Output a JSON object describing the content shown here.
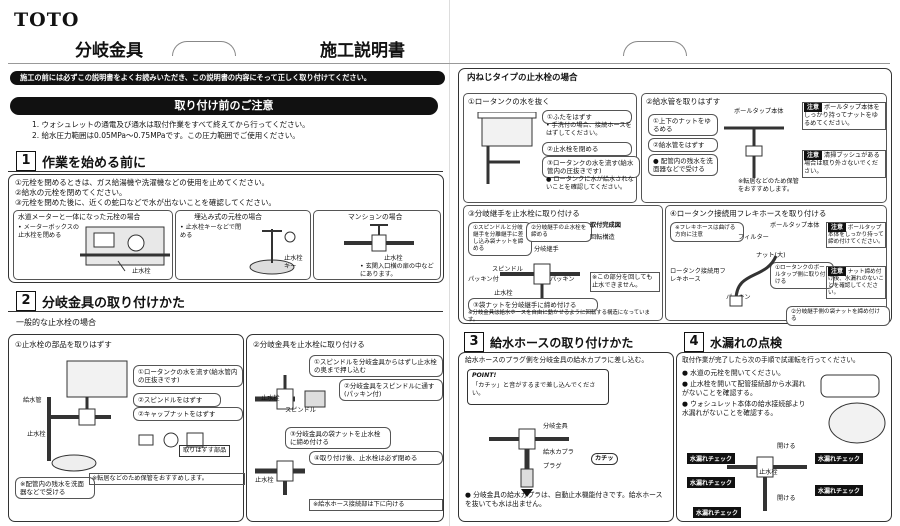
{
  "brand": "TOTO",
  "title_left": "分岐金具",
  "title_right": "施工説明書",
  "top_notice": "施工の前には必ずこの説明書をよくお読みいただき、この説明書の内容にそって正しく取り付けてください。",
  "precautions": {
    "heading": "取り付け前のご注意",
    "items": [
      "1. ウォシュレットの通電及び通水は取付作業をすべて終えてから行ってください。",
      "2. 給水圧力範囲は0.05MPa～0.75MPaです。この圧力範囲でご使用ください。"
    ]
  },
  "section1": {
    "num": "1",
    "title": "作業を始める前に",
    "lines": [
      "①元栓を閉めるときは、ガス給湯機や洗濯機などの使用を止めてください。",
      "②給水の元栓を閉めてください。",
      "③元栓を閉めた後に、近くの蛇口などで水が出ないことを確認してください。"
    ],
    "cases": [
      {
        "title": "水道メーターと一体になった元栓の場合",
        "note": "• メーターボックスの止水栓を閉める",
        "label": "止水栓"
      },
      {
        "title": "埋込み式の元栓の場合",
        "note": "• 止水栓キーなどで閉める",
        "label": "止水栓キー"
      },
      {
        "title": "マンションの場合",
        "note": "• 玄関入口横の扉の中などにあります。",
        "label": "止水栓"
      }
    ]
  },
  "section2": {
    "num": "2",
    "title": "分岐金具の取り付けかた",
    "subtitle": "一般的な止水栓の場合",
    "left": {
      "title": "①止水栓の部品を取りはずす",
      "steps": [
        "①ロータンクの水を流す(給水管内の圧抜きです)",
        "②スピンドルをはずす",
        "②キャップナットをはずす"
      ],
      "labels": [
        "給水管",
        "止水栓"
      ],
      "parts_title": "取りはずす部品",
      "note1": "※配管内の残水を洗面器などで受ける",
      "note2": "※転居などのため保管をおすすめします。"
    },
    "right": {
      "title": "②分岐金具を止水栓に取り付ける",
      "steps": [
        "①スピンドルを分岐金具からはずし止水栓の奥まで押し込む",
        "②分岐金具をスピンドルに通す(パッキン付)",
        "③分岐金具の袋ナットを止水栓に締め付ける",
        "④取り付け後、止水栓は必ず閉める"
      ],
      "labels": [
        "止水栓",
        "スピンドル",
        "止水栓"
      ],
      "footer": "※給水ホース接続部は下に向ける"
    }
  },
  "inner": {
    "title": "内ねじタイプの止水栓の場合",
    "p1": {
      "title": "①ロータンクの水を抜く",
      "steps": [
        "①ふたをはずす",
        "• 手洗付の場合、接続ホースをはずしてください。",
        "②止水栓を閉める",
        "③ロータンクの水を流す(給水管内の圧抜きです)",
        "● ロータンクに水が給水されないことを確認してください。"
      ]
    },
    "p2": {
      "title": "②給水管を取りはずす",
      "steps": [
        "①上下のナットをゆるめる",
        "②給水管をはずす",
        "● 配管内の残水を洗面器などで受ける"
      ],
      "labels": [
        "ボールタップ本体",
        "※転居などのため保管をおすすめします。"
      ],
      "notes": [
        {
          "tag": "注意",
          "text": "ボールタップ本体をしっかり持ってナットをゆるめてください。"
        },
        {
          "tag": "注意",
          "text": "清掃ブッシュがある場合は取り外さないでください。"
        }
      ]
    },
    "p3": {
      "title": "③分岐継手を止水栓に取り付ける",
      "steps": [
        "①スピンドルと分岐継手を分離継手に差し込み袋ナットを締める",
        "②分岐継手の止水栓を締める",
        "③袋ナットを分岐継手に締め付ける"
      ],
      "done": "取付完成図",
      "labels": [
        "回転構造",
        "分岐継手",
        "スピンドル",
        "パッキン付",
        "パッキン",
        "止水栓"
      ],
      "note": "※この部分を回しても止水できません。",
      "footer": "※分岐金具は給水ホースを自由に動かせるように回転する構造になっています。"
    },
    "p4": {
      "title": "④ロータンク接続用フレキホースを取り付ける",
      "steps": [
        "※フレキホースは曲げる方向に注意",
        "①ロータンクのボールタップ側に取り付ける",
        "②分岐継手側の袋ナットを締め付ける"
      ],
      "labels": [
        "ロータンク接続用フレキホース",
        "フィルター",
        "ナット(大)",
        "ボールタップ本体",
        "パッキン"
      ],
      "notes": [
        {
          "tag": "注意",
          "text": "ボールタップ本体をしっかり持って締め付けてください。"
        },
        {
          "tag": "注意",
          "text": "ナット締め付け後、水漏れのないことを確認してください。"
        }
      ]
    }
  },
  "section3": {
    "num": "3",
    "title": "給水ホースの取り付けかた",
    "intro": "給水ホースのプラグ側を分岐金具の給水カプラに差し込む。",
    "point_title": "POINT!",
    "point_text": "「カチッ」と音がするまで差し込んでください。",
    "labels": [
      "分岐金具",
      "給水カプラ",
      "プラグ",
      "カチッ"
    ],
    "note": "● 分岐金具の給水カプラは、自動止水機能付きです。給水ホースを抜いても水は出ません。"
  },
  "section4": {
    "num": "4",
    "title": "水漏れの点検",
    "intro": "取付作業が完了したら次の手順で試運転を行ってください。",
    "items": [
      "● 水道の元栓を開いてください。",
      "● 止水栓を開いて配管接続部から水漏れがないことを確認する。",
      "● ウォシュレット本体の給水接続部より水漏れがないことを確認する。"
    ],
    "labels": [
      "開ける",
      "水漏れチェック",
      "止水栓"
    ]
  }
}
